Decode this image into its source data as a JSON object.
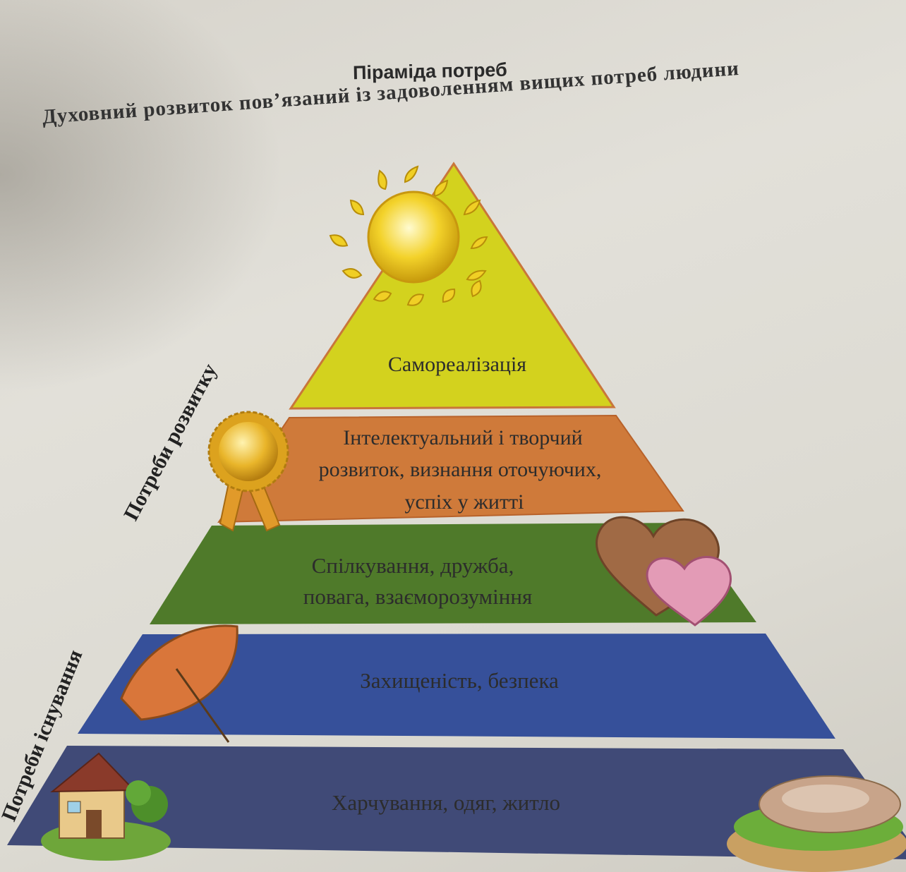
{
  "title": "Піраміда потреб",
  "subtitle": "Духовний розвиток пов’язаний із задоволенням вищих потреб людини",
  "pyramid": {
    "tiers": [
      {
        "label_lines": [
          "Самореалізація"
        ],
        "color": "#d3d21e"
      },
      {
        "label_lines": [
          "Інтелектуальний і творчий",
          "розвиток, визнання оточуючих,",
          "успіх у житті"
        ],
        "color": "#cf7a3a"
      },
      {
        "label_lines": [
          "Спілкування, дружба,",
          "повага, взаєморозуміння"
        ],
        "color": "#4f7a2a"
      },
      {
        "label_lines": [
          "Захищеність, безпека"
        ],
        "color": "#36509a"
      },
      {
        "label_lines": [
          "Харчування, одяг, житло"
        ],
        "color": "#404a77"
      }
    ]
  },
  "side_labels": {
    "development": "Потреби розвитку",
    "existence": "Потреби існування"
  },
  "icons": [
    "sun-icon",
    "medal-icon",
    "hearts-icon",
    "umbrella-icon",
    "house-icon",
    "sandwich-icon"
  ]
}
